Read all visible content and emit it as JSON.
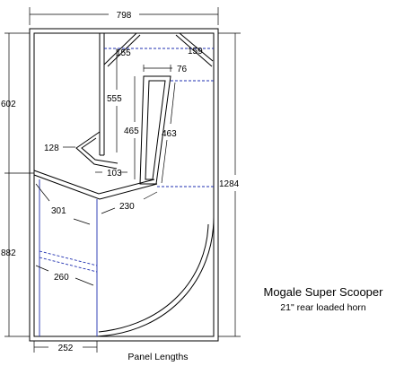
{
  "dimensions": {
    "top_width": "798",
    "left_upper_height": "602",
    "left_lower_height": "882",
    "right_total_height": "1284",
    "top_fold_small": "155",
    "top_right_fold": "159",
    "channel_width": "76",
    "upper_panel": "555",
    "inner_panel_465": "465",
    "inner_panel_463": "463",
    "chevron_panel": "128",
    "chevron_base": "103",
    "lower_left_diag": "301",
    "lower_right_diag": "230",
    "lower_brace": "260",
    "bottom_offset": "252"
  },
  "title": "Mogale Super Scooper",
  "subtitle": "21\" rear loaded horn",
  "caption": "Panel Lengths"
}
